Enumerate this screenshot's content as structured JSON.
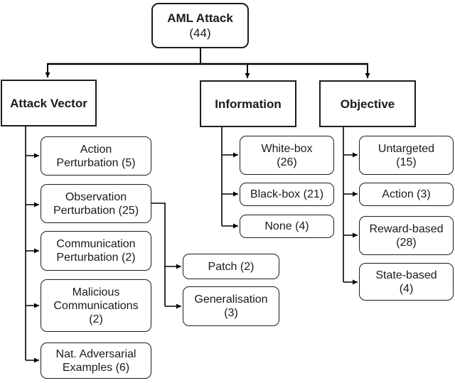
{
  "diagram": {
    "title": "AML Attack taxonomy tree",
    "colors": {
      "line": "#000000",
      "border": "#1c1c1c",
      "text": "#1a1a1a",
      "background": "#ffffff"
    },
    "root": {
      "lines": [
        "AML Attack",
        "(44)"
      ]
    },
    "attack_vector": {
      "label": "Attack Vector",
      "children": [
        {
          "lines": [
            "Action",
            "Perturbation (5)"
          ]
        },
        {
          "lines": [
            "Observation",
            "Perturbation (25)"
          ]
        },
        {
          "lines": [
            "Communication",
            "Perturbation (2)"
          ]
        },
        {
          "lines": [
            "Malicious",
            "Communications",
            "(2)"
          ]
        },
        {
          "lines": [
            "Nat. Adversarial",
            "Examples (6)"
          ]
        }
      ],
      "observation_children": [
        {
          "lines": [
            "Patch (2)"
          ]
        },
        {
          "lines": [
            "Generalisation",
            "(3)"
          ]
        }
      ]
    },
    "information": {
      "label": "Information",
      "children": [
        {
          "lines": [
            "White-box",
            "(26)"
          ]
        },
        {
          "lines": [
            "Black-box (21)"
          ]
        },
        {
          "lines": [
            "None (4)"
          ]
        }
      ]
    },
    "objective": {
      "label": "Objective",
      "children": [
        {
          "lines": [
            "Untargeted",
            "(15)"
          ]
        },
        {
          "lines": [
            "Action (3)"
          ]
        },
        {
          "lines": [
            "Reward-based",
            "(28)"
          ]
        },
        {
          "lines": [
            "State-based",
            "(4)"
          ]
        }
      ]
    }
  }
}
